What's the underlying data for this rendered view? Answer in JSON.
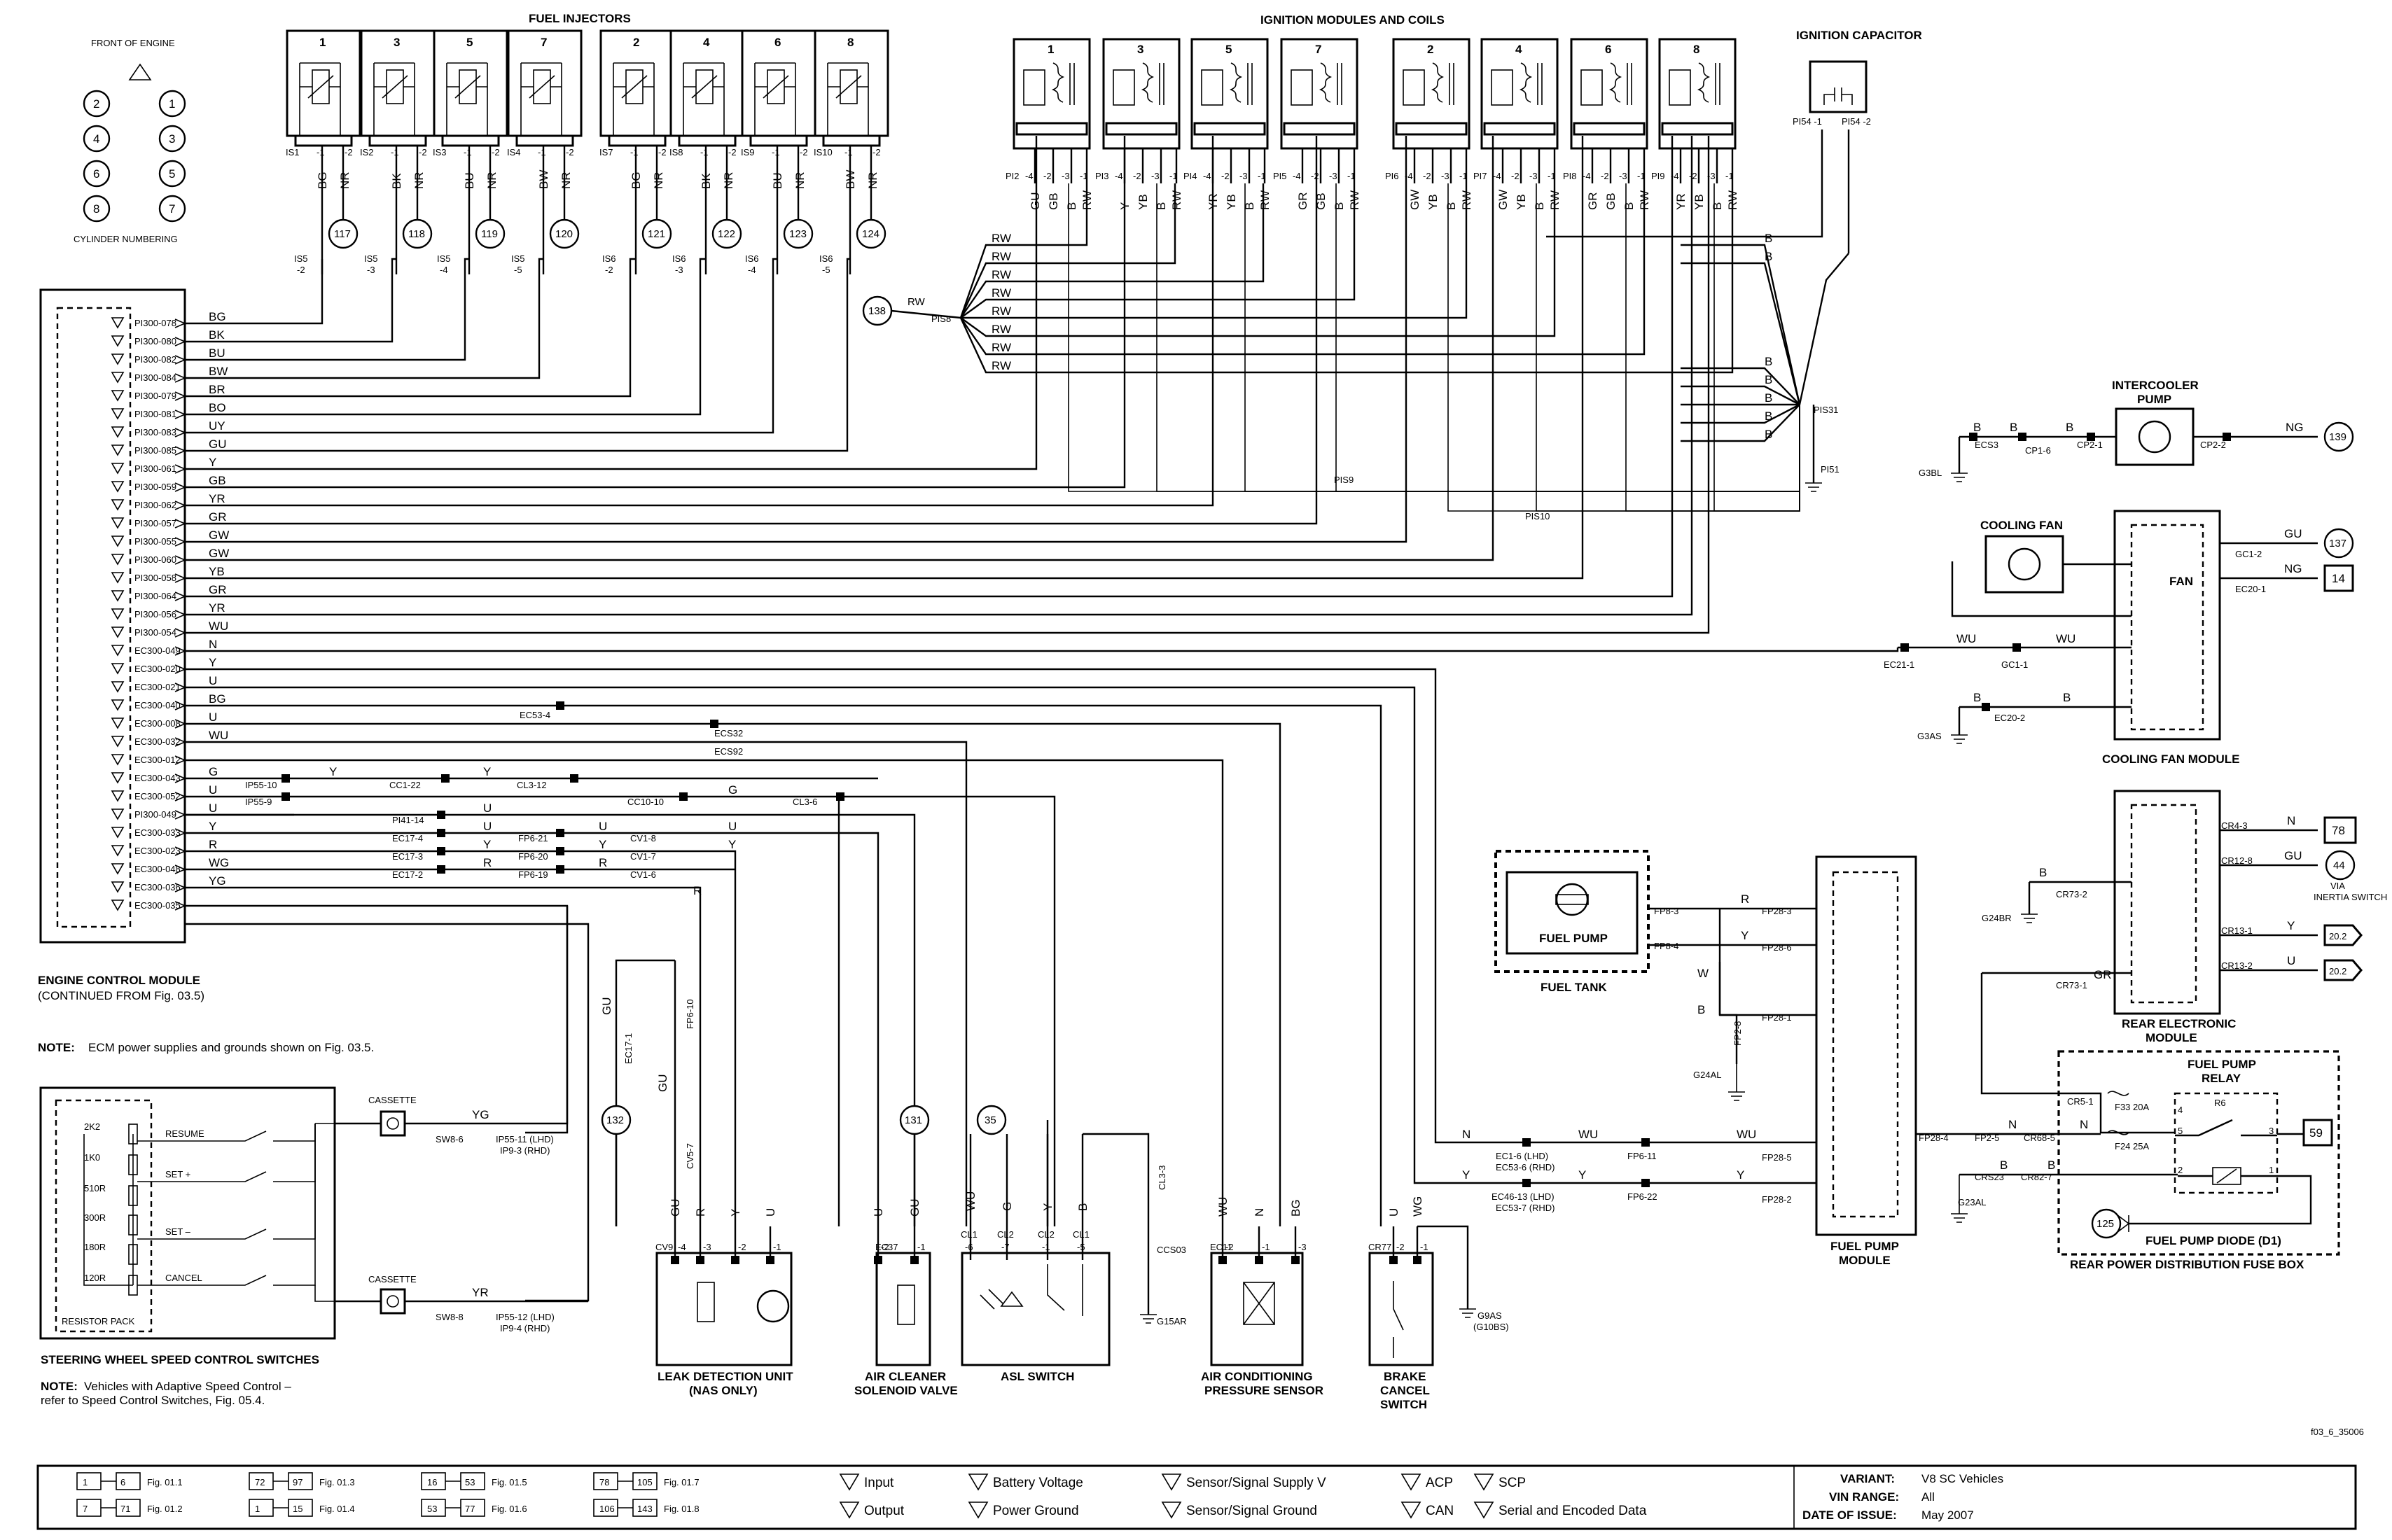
{
  "front": {
    "title": "FRONT OF ENGINE",
    "cylinders": [
      "2",
      "1",
      "4",
      "3",
      "6",
      "5",
      "8",
      "7"
    ],
    "caption": "CYLINDER NUMBERING"
  },
  "injectors": {
    "title": "FUEL INJECTORS",
    "numbers": [
      "1",
      "3",
      "5",
      "7",
      "2",
      "4",
      "6",
      "8"
    ],
    "connectors": [
      "IS1",
      "IS2",
      "IS3",
      "IS4",
      "IS7",
      "IS8",
      "IS9",
      "IS10"
    ],
    "colors_a": [
      "BG",
      "BK",
      "BU",
      "BW",
      "BG",
      "BK",
      "BU",
      "BW"
    ],
    "colors_b": [
      "NR",
      "NR",
      "NR",
      "NR",
      "NR",
      "NR",
      "NR",
      "NR"
    ],
    "refs": [
      "117",
      "118",
      "119",
      "120",
      "121",
      "122",
      "123",
      "124"
    ],
    "splices": [
      "IS5 -2",
      "IS5 -3",
      "IS5 -4",
      "IS5 -5",
      "IS6 -2",
      "IS6 -3",
      "IS6 -4",
      "IS6 -5"
    ]
  },
  "ignition": {
    "title": "IGNITION MODULES AND COILS",
    "numbers": [
      "1",
      "3",
      "5",
      "7",
      "2",
      "4",
      "6",
      "8"
    ],
    "connectors": [
      "PI2",
      "PI3",
      "PI4",
      "PI5",
      "PI6",
      "PI7",
      "PI8",
      "PI9"
    ],
    "pins": [
      "-4",
      "-2",
      "-3",
      "-1"
    ],
    "wires": [
      [
        "GU",
        "GB",
        "B",
        "RW"
      ],
      [
        "Y",
        "YB",
        "B",
        "RW"
      ],
      [
        "YR",
        "YB",
        "B",
        "RW"
      ],
      [
        "GR",
        "GB",
        "B",
        "RW"
      ],
      [
        "GW",
        "YB",
        "B",
        "RW"
      ],
      [
        "GW",
        "YB",
        "B",
        "RW"
      ],
      [
        "GR",
        "GB",
        "B",
        "RW"
      ],
      [
        "YR",
        "YB",
        "B",
        "RW"
      ]
    ],
    "capacitor": "IGNITION CAPACITOR",
    "cap_pins": [
      "PI54 -1",
      "PI54 -2"
    ],
    "splice_rw": "PIS8",
    "splice_b": "PIS31",
    "ground": "PI51",
    "pis9": "PIS9",
    "pis10": "PIS10",
    "ref138": "138",
    "rw_label": "RW",
    "b_label": "B"
  },
  "ecm": {
    "title": "ENGINE CONTROL MODULE",
    "subtitle": "(CONTINUED FROM Fig. 03.5)",
    "pins": [
      "PI300-078",
      "PI300-080",
      "PI300-082",
      "PI300-084",
      "PI300-079",
      "PI300-081",
      "PI300-083",
      "PI300-085",
      "PI300-061",
      "PI300-059",
      "PI300-062",
      "PI300-057",
      "PI300-055",
      "PI300-060",
      "PI300-058",
      "PI300-064",
      "PI300-056",
      "PI300-054",
      "EC300-049",
      "EC300-020",
      "EC300-021",
      "EC300-040",
      "EC300-008",
      "EC300-032",
      "EC300-012",
      "EC300-043",
      "EC300-052",
      "PI300-049",
      "EC300-033",
      "EC300-023",
      "EC300-048",
      "EC300-036",
      "EC300-035"
    ],
    "colors": [
      "BG",
      "BK",
      "BU",
      "BW",
      "BR",
      "BO",
      "UY",
      "GU",
      "Y",
      "GB",
      "YR",
      "GR",
      "GW",
      "GW",
      "YB",
      "GR",
      "YR",
      "WU",
      "N",
      "Y",
      "U",
      "BG",
      "U",
      "WU",
      "",
      "G",
      "U",
      "U",
      "Y",
      "R",
      "WG",
      "YG",
      ""
    ]
  },
  "note1": {
    "label": "NOTE:",
    "text": "ECM power supplies and grounds shown on Fig. 03.5."
  },
  "midwires": {
    "ec53": "EC53-4",
    "ecs32": "ECS32",
    "ecs92": "ECS92",
    "ip55_10": "IP55-10",
    "ip55_9": "IP55-9",
    "cc1_22": "CC1-22",
    "cl3_12": "CL3-12",
    "cc10_10": "CC10-10",
    "cl3_6": "CL3-6",
    "pi41": "PI41-14",
    "ec17_4": "EC17-4",
    "ec17_3": "EC17-3",
    "ec17_2": "EC17-2",
    "fp6_21": "FP6-21",
    "fp6_20": "FP6-20",
    "fp6_19": "FP6-19",
    "cv1_8": "CV1-8",
    "cv1_7": "CV1-7",
    "cv1_6": "CV1-6",
    "ec17_1": "EC17-1",
    "fp6_10": "FP6-10",
    "cv5_7": "CV5-7",
    "ref132": "132"
  },
  "steering": {
    "title": "STEERING WHEEL SPEED CONTROL SWITCHES",
    "note_label": "NOTE:",
    "note": "Vehicles with Adaptive Speed Control –",
    "note2": "refer to Speed Control Switches, Fig. 05.4.",
    "resistors": [
      "2K2",
      "1K0",
      "510R",
      "300R",
      "180R",
      "120R"
    ],
    "switches": [
      "RESUME",
      "SET +",
      "SET –",
      "CANCEL"
    ],
    "resistor_pack": "RESISTOR PACK",
    "cassette": "CASSETTE",
    "sw8_6": "SW8-6",
    "sw8_8": "SW8-8",
    "yg": "YG",
    "yr": "YR",
    "ip55_11": "IP55-11 (LHD)",
    "ip9_3": "IP9-3 (RHD)",
    "ip55_12": "IP55-12 (LHD)",
    "ip9_4": "IP9-4 (RHD)"
  },
  "components": {
    "leak": {
      "title": "LEAK DETECTION UNIT",
      "sub": "(NAS ONLY)",
      "conn": "CV9",
      "pins": [
        "-4",
        "-3",
        "-2",
        "-1"
      ],
      "wires": [
        "GU",
        "R",
        "Y",
        "U"
      ]
    },
    "aircleaner": {
      "title": "AIR CLEANER",
      "sub": "SOLENOID VALVE",
      "conn": "EC37",
      "pins": [
        "-2",
        "-1"
      ],
      "wires": [
        "U",
        "GU"
      ],
      "ref": "131"
    },
    "asl": {
      "title": "ASL SWITCH",
      "conns": [
        "CL1 -6",
        "CL2 -7",
        "CL2 -1",
        "CL1 -5"
      ],
      "wires": [
        "WU",
        "G",
        "Y",
        "B"
      ],
      "ref": "35",
      "cl3_3": "CL3-3",
      "ccs03": "CCS03",
      "g15ar": "G15AR"
    },
    "acp": {
      "title": "AIR CONDITIONING",
      "sub": "PRESSURE SENSOR",
      "conn": "EC11",
      "pins": [
        "-2",
        "-1",
        "-3"
      ],
      "wires": [
        "WU",
        "N",
        "BG"
      ]
    },
    "brake": {
      "title": "BRAKE",
      "sub": "CANCEL",
      "sub2": "SWITCH",
      "conn": "CR77",
      "pins": [
        "-2",
        "-1"
      ],
      "wires": [
        "U",
        "WG"
      ],
      "g9as": "G9AS",
      "g10bs": "(G10BS)"
    }
  },
  "fuel": {
    "tank": "FUEL TANK",
    "pump": "FUEL PUMP",
    "fp8_3": "FP8-3",
    "fp8_4": "FP8-4",
    "fp28": [
      "FP28-3",
      "FP28-6",
      "FP28-1",
      "FP28-5",
      "FP28-2",
      "FP28-4"
    ],
    "fp2_8": "FP2-8",
    "g24al": "G24AL",
    "module": "FUEL PUMP",
    "module2": "MODULE",
    "ec1_6": "EC1-6 (LHD)",
    "ec53_6": "EC53-6 (RHD)",
    "ec46": "EC46-13 (LHD)",
    "ec53_7": "EC53-7 (RHD)",
    "fp6_11": "FP6-11",
    "fp6_22": "FP6-22",
    "fp2_5": "FP2-5"
  },
  "intercooler": {
    "title": "INTERCOOLER",
    "title2": "PUMP",
    "ecs3": "ECS3",
    "cp1_6": "CP1-6",
    "cp2_1": "CP2-1",
    "cp2_2": "CP2-2",
    "g3bl": "G3BL",
    "ng": "NG",
    "ref": "139"
  },
  "coolingfan": {
    "title": "COOLING FAN",
    "module": "COOLING FAN MODULE",
    "fan": "FAN",
    "gc1_2": "GC1-2",
    "ec20_1": "EC20-1",
    "ec21_1": "EC21-1",
    "gc1_1": "GC1-1",
    "ec20_2": "EC20-2",
    "g3as": "G3AS",
    "gu": "GU",
    "ng": "NG",
    "wu": "WU",
    "ref137": "137",
    "ref14": "14"
  },
  "rem": {
    "title": "REAR ELECTRONIC",
    "title2": "MODULE",
    "pins": [
      "CR4-3",
      "CR12-8",
      "CR13-1",
      "CR13-2"
    ],
    "cr73_2": "CR73-2",
    "cr73_1": "CR73-1",
    "g24br": "G24BR",
    "wires": [
      "N",
      "GU",
      "Y",
      "U"
    ],
    "refs": [
      "78",
      "44",
      "20.2",
      "20.2"
    ],
    "via": "VIA",
    "inertia": "INERTIA SWITCH"
  },
  "fusebox": {
    "title": "REAR POWER DISTRIBUTION FUSE BOX",
    "relay": "FUEL PUMP",
    "relay2": "RELAY",
    "r6": "R6",
    "fuses": [
      "F33 20A",
      "F24 25A"
    ],
    "cr5_1": "CR5-1",
    "cr68_5": "CR68-5",
    "crs23": "CRS23",
    "cr82_7": "CR82-7",
    "g23al": "G23AL",
    "diode": "FUEL PUMP DIODE (D1)",
    "ref59": "59",
    "ref125": "125",
    "relay_pins": [
      "4",
      "5",
      "3",
      "2",
      "1"
    ]
  },
  "image_id": "f03_6_35006",
  "legend": {
    "figs": [
      {
        "a": "1",
        "b": "6",
        "fig": "Fig. 01.1"
      },
      {
        "a": "7",
        "b": "71",
        "fig": "Fig. 01.2"
      },
      {
        "a": "72",
        "b": "97",
        "fig": "Fig. 01.3"
      },
      {
        "a": "1",
        "b": "15",
        "fig": "Fig. 01.4"
      },
      {
        "a": "16",
        "b": "53",
        "fig": "Fig. 01.5"
      },
      {
        "a": "53",
        "b": "77",
        "fig": "Fig. 01.6"
      },
      {
        "a": "78",
        "b": "105",
        "fig": "Fig. 01.7"
      },
      {
        "a": "106",
        "b": "143",
        "fig": "Fig. 01.8"
      }
    ],
    "symbols": [
      "Input",
      "Output",
      "Battery Voltage",
      "Power Ground",
      "Sensor/Signal Supply V",
      "Sensor/Signal Ground",
      "ACP",
      "CAN",
      "SCP",
      "Serial and Encoded Data"
    ],
    "variant_label": "VARIANT:",
    "variant": "V8 SC Vehicles",
    "vin_label": "VIN RANGE:",
    "vin": "All",
    "date_label": "DATE OF ISSUE:",
    "date": "May 2007"
  }
}
